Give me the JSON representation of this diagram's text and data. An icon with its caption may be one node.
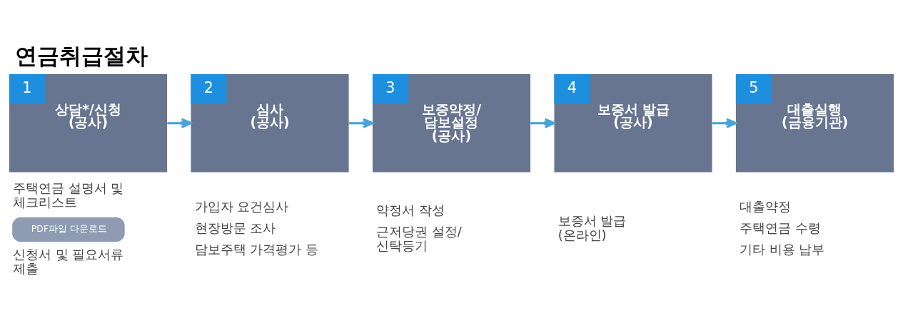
{
  "diagram": {
    "title": "연금취급절차",
    "nodes": [
      {
        "text": [
          "1",
          "상담*/신청 (공사)"
        ],
        "beside": [
          "주택연금 설명서 및 체크리스트",
          "PDF파일 다운로드",
          "신청서 및 필요서류 제출"
        ]
      },
      {
        "text": [
          "2",
          "심사 (공사)"
        ],
        "beside": [
          "가입자 요건심사",
          "현장방문 조사",
          "담보주택 가격평가 등"
        ]
      },
      {
        "text": [
          "3",
          "보증약정/ 담보설정 (공사)"
        ],
        "beside": [
          "약정서 작성",
          "근저당권 설정/ 신탁등기"
        ]
      },
      {
        "text": [
          "4",
          "보증서 발급 (공사)"
        ],
        "beside": [
          "보증서 발급 (온라인)"
        ]
      },
      {
        "text": [
          "5",
          "대출실행 (금융기관)"
        ],
        "beside": [
          "대출약정",
          "주택연금 수령",
          "기타 비용 납부"
        ]
      }
    ],
    "edges": [
      {
        "from": 0,
        "to": 1,
        "arrow": "to"
      },
      {
        "from": 1,
        "to": 2,
        "arrow": "to"
      },
      {
        "from": 2,
        "to": 3,
        "arrow": "to"
      },
      {
        "from": 3,
        "to": 4,
        "arrow": "to"
      }
    ]
  }
}
